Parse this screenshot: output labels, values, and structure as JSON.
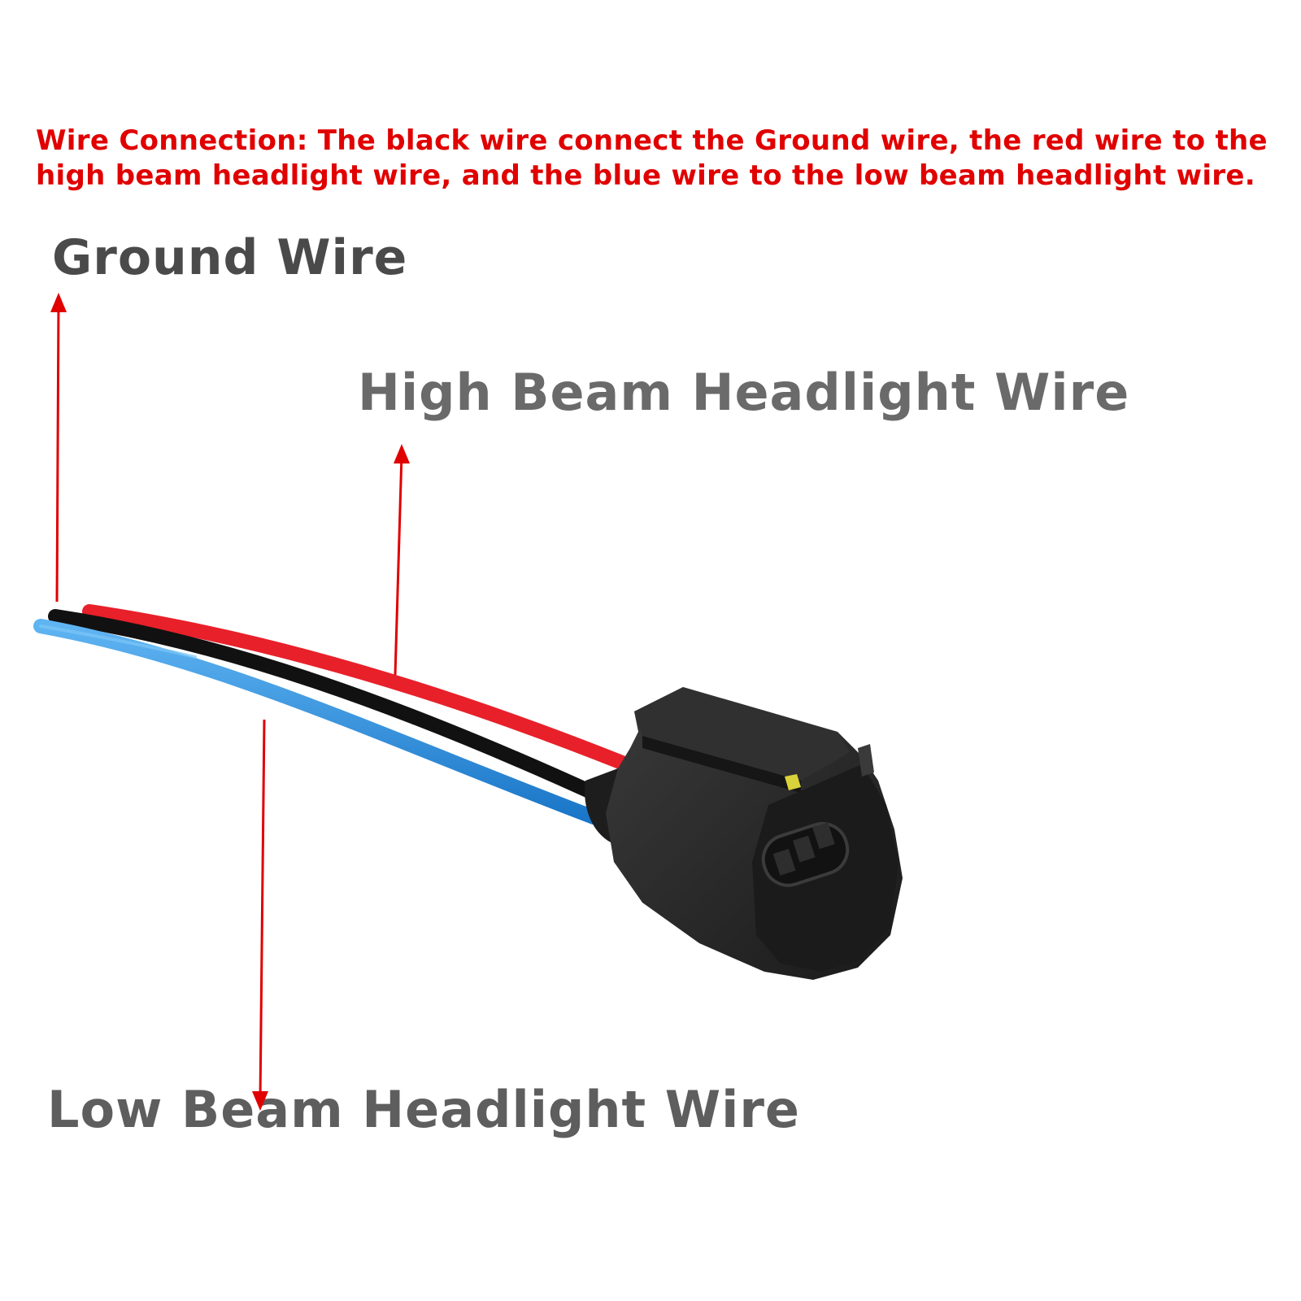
{
  "instruction": "Wire Connection: The black wire connect the Ground wire, the red wire to the high beam headlight wire, and the blue wire to the low beam headlight wire.",
  "labels": {
    "ground": "Ground Wire",
    "high_beam": "High Beam Headlight Wire",
    "low_beam": "Low Beam Headlight Wire"
  },
  "colors": {
    "instruction_text": "#e00000",
    "arrow": "#e00000",
    "wire_black": "#111111",
    "wire_red": "#e8202a",
    "wire_blue": "#1f86dc",
    "connector": "#262626"
  },
  "icons": [
    "arrow-up-icon",
    "arrow-down-icon",
    "connector-plug-icon"
  ]
}
